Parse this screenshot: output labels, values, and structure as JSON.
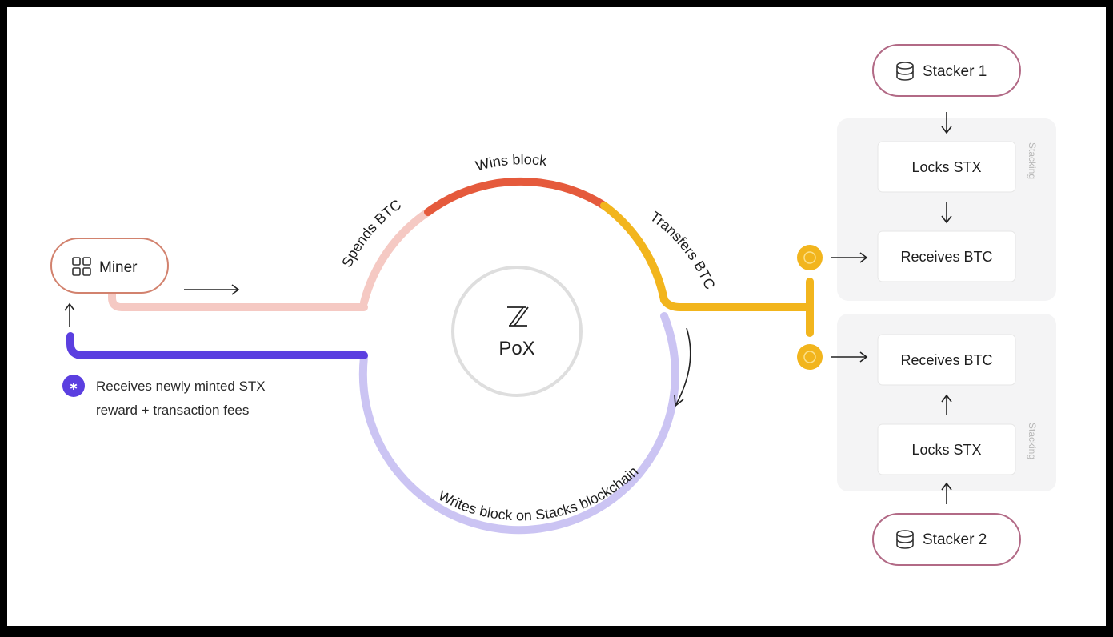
{
  "miner": {
    "label": "Miner",
    "icon": "grid-icon"
  },
  "reward_note": {
    "line1": "Receives newly minted STX",
    "line2": "reward + transaction fees",
    "icon": "stacks-coin-icon"
  },
  "center": {
    "logo_glyph": "//",
    "label": "PoX"
  },
  "arc_labels": {
    "spends": "Spends BTC",
    "wins": "Wins block",
    "transfers": "Transfers BTC",
    "writes": "Writes block on Stacks blockchain"
  },
  "stacker1": {
    "label": "Stacker 1",
    "icon": "database-icon",
    "locks": "Locks STX",
    "receives": "Receives BTC",
    "group_label": "Stacking"
  },
  "stacker2": {
    "label": "Stacker 2",
    "icon": "database-icon",
    "locks": "Locks STX",
    "receives": "Receives BTC",
    "group_label": "Stacking"
  },
  "colors": {
    "spends": "#f5c9c3",
    "wins": "#e55a3c",
    "transfers": "#f2b51d",
    "writes": "#cbc4f3",
    "return_line": "#5b3fe0",
    "miner_border": "#d2826e",
    "stacker_border": "#b26a86",
    "btc_coin": "#f2b51d",
    "stx_coin": "#5b3fe0"
  }
}
